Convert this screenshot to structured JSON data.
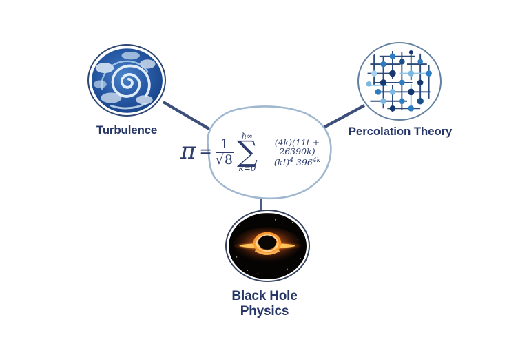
{
  "diagram": {
    "type": "concept-map",
    "center_formula": {
      "pi": "π",
      "equals": "=",
      "coeff_num": "1",
      "coeff_radical": "√",
      "coeff_radicand": "8",
      "sum_upper": "ℏ∞",
      "sum_symbol": "∑",
      "sum_lower": "k=0",
      "numerator": "(4k)(11t + 26390k)",
      "den_a": "(k!)",
      "den_a_sup": "4",
      "den_b": "396",
      "den_b_sup": "4k"
    },
    "nodes": [
      {
        "id": "turbulence",
        "label": "Turbulence",
        "icon": "vortex-swirl-icon"
      },
      {
        "id": "percolation",
        "label": "Percolation Theory",
        "icon": "lattice-network-icon"
      },
      {
        "id": "blackhole",
        "label": "Black Hole Physics",
        "icon": "black-hole-accretion-disk-icon"
      }
    ],
    "colors": {
      "background": "#ffffff",
      "label_navy": "#263667",
      "formula_navy": "#2e3d6e",
      "connector": "#3c4e7a",
      "blob_stroke": "#9fb7cf",
      "turbulence_deep_blue": "#123d80",
      "accretion_orange": "#ff9a2e",
      "lattice_navy": "#2c4a7c",
      "lattice_blue": "#2d7cc1",
      "lattice_light_blue": "#7db8e0"
    }
  }
}
